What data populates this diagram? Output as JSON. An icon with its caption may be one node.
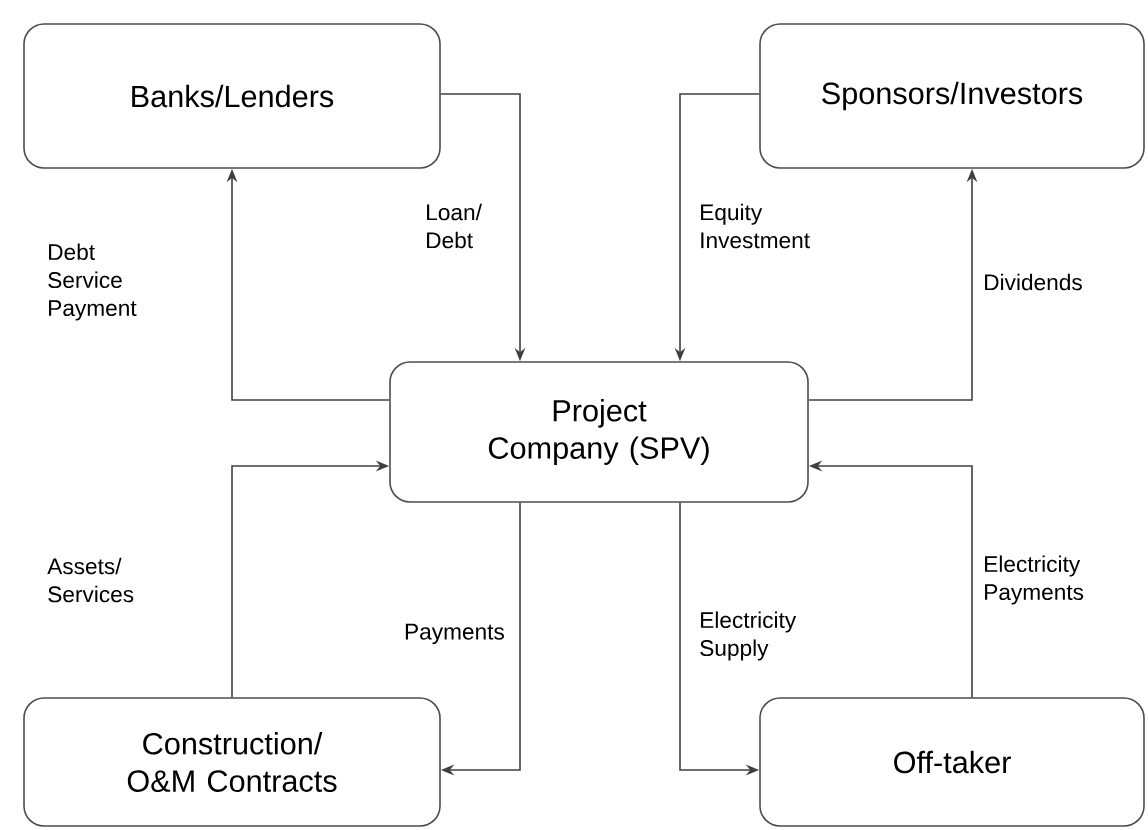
{
  "diagram": {
    "nodes": [
      {
        "text": [
          "Banks/Lenders"
        ]
      },
      {
        "text": [
          "Sponsors/Investors"
        ]
      },
      {
        "text": [
          "Project Company (SPV)"
        ]
      },
      {
        "text": [
          "Construction/ O&M Contracts"
        ]
      },
      {
        "text": [
          "Off-taker"
        ]
      }
    ],
    "edges": [
      {
        "from": 2,
        "to": 0,
        "arrow": "to",
        "label": "Debt Service Payment"
      },
      {
        "from": 0,
        "to": 2,
        "arrow": "to",
        "label": "Loan/ Debt"
      },
      {
        "from": 1,
        "to": 2,
        "arrow": "to",
        "label": "Equity Investment"
      },
      {
        "from": 2,
        "to": 1,
        "arrow": "to",
        "label": "Dividends"
      },
      {
        "from": 3,
        "to": 2,
        "arrow": "to",
        "label": "Assets/ Services"
      },
      {
        "from": 2,
        "to": 3,
        "arrow": "to",
        "label": "Payments"
      },
      {
        "from": 2,
        "to": 4,
        "arrow": "to",
        "label": "Electricity Supply"
      },
      {
        "from": 4,
        "to": 2,
        "arrow": "to",
        "label": "Electricity Payments"
      }
    ]
  }
}
